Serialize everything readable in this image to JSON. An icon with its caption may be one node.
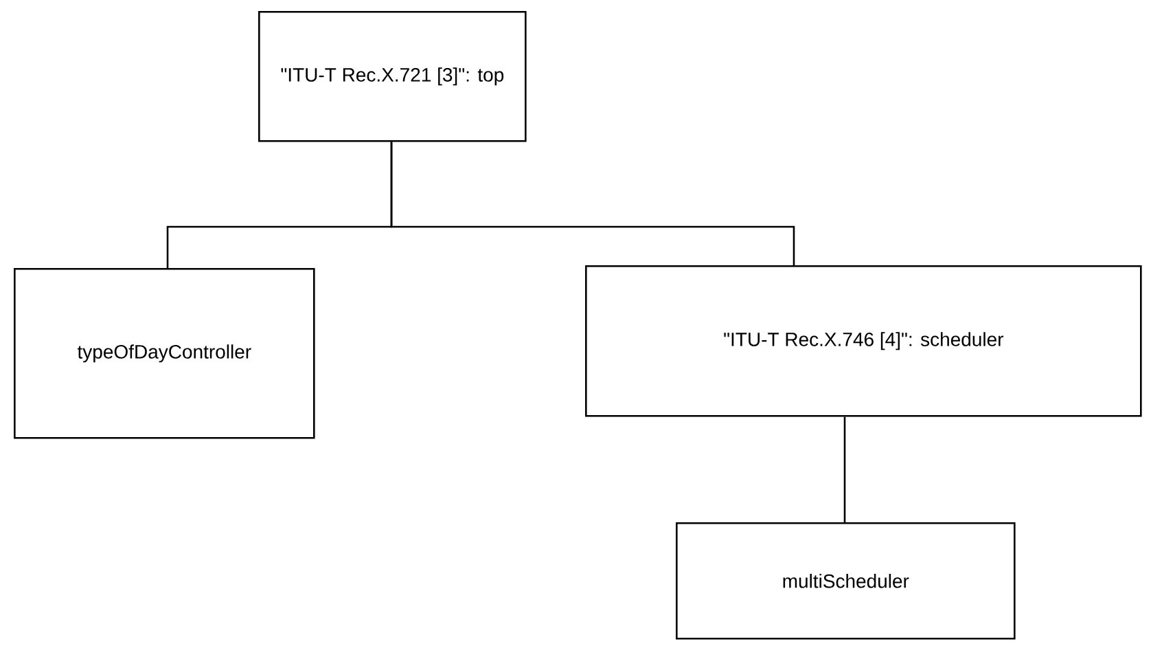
{
  "diagram": {
    "nodes": [
      {
        "text": [
          "\"ITU-T Rec.X.721 [3]\": top"
        ]
      },
      {
        "text": [
          "typeOfDayController"
        ]
      },
      {
        "text": [
          "\"ITU-T Rec.X.746 [4]\": scheduler"
        ]
      },
      {
        "text": [
          "multiScheduler"
        ]
      }
    ],
    "edges": [
      {
        "from": 0,
        "to": 1,
        "arrow": "none"
      },
      {
        "from": 0,
        "to": 2,
        "arrow": "none"
      },
      {
        "from": 2,
        "to": 3,
        "arrow": "none"
      }
    ]
  }
}
